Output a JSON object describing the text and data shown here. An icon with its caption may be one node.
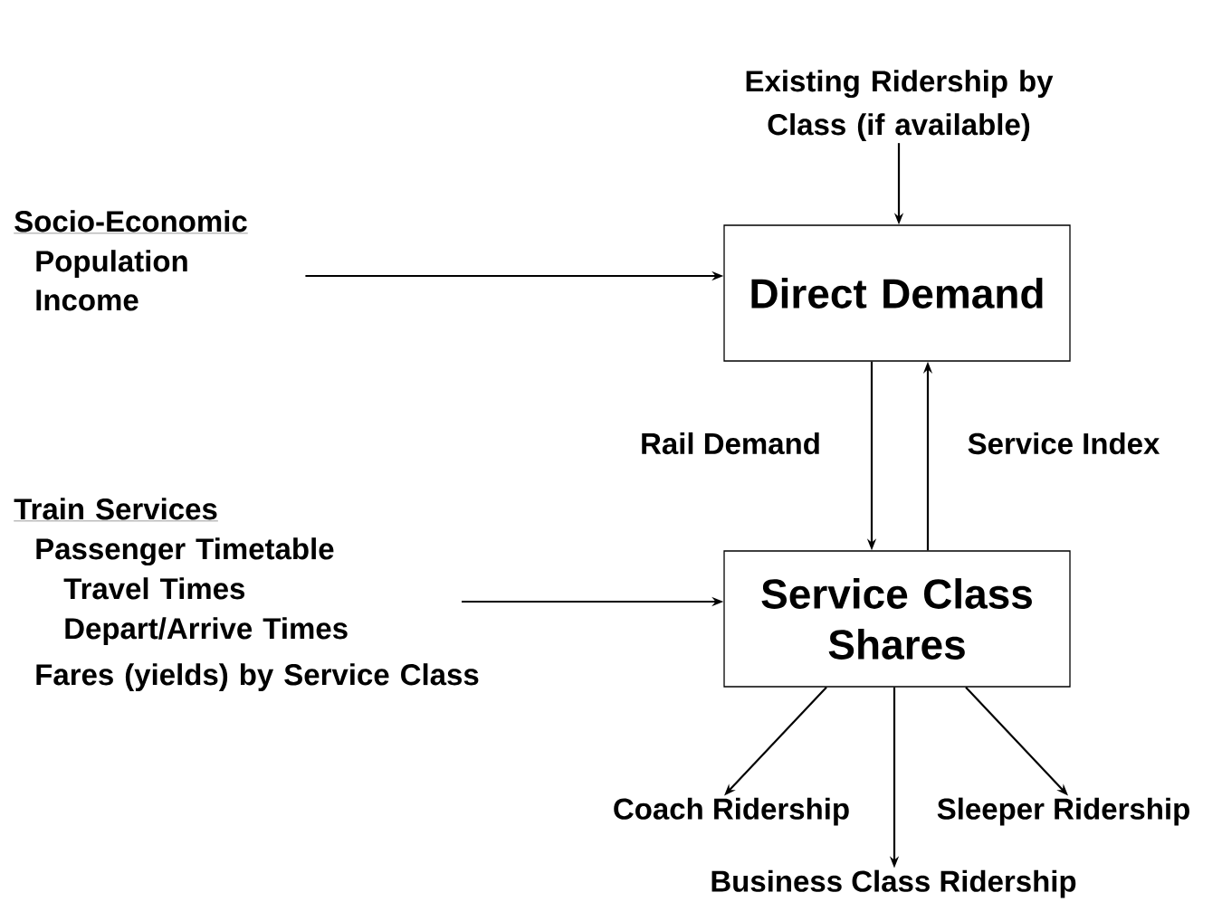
{
  "diagram": {
    "nodes": [
      {
        "text": [
          "Existing Ridership by Class (if available)"
        ]
      },
      {
        "text": [
          "Socio-Economic",
          "Population",
          "Income"
        ]
      },
      {
        "text": [
          "Direct Demand"
        ]
      },
      {
        "text": [
          "Train Services",
          "Passenger Timetable",
          "Travel Times",
          "Depart/Arrive Times",
          "Fares (yields) by Service Class"
        ]
      },
      {
        "text": [
          "Service Class Shares"
        ]
      },
      {
        "text": [
          "Coach Ridership"
        ]
      },
      {
        "text": [
          "Business Class Ridership"
        ]
      },
      {
        "text": [
          "Sleeper Ridership"
        ]
      }
    ],
    "edges": [
      {
        "from": 0,
        "to": 2,
        "arrow": "to"
      },
      {
        "from": 1,
        "to": 2,
        "arrow": "to"
      },
      {
        "from": 2,
        "to": 4,
        "arrow": "to",
        "label": "Rail Demand"
      },
      {
        "from": 4,
        "to": 2,
        "arrow": "to",
        "label": "Service Index"
      },
      {
        "from": 3,
        "to": 4,
        "arrow": "to"
      },
      {
        "from": 4,
        "to": 5,
        "arrow": "to"
      },
      {
        "from": 4,
        "to": 6,
        "arrow": "to"
      },
      {
        "from": 4,
        "to": 7,
        "arrow": "to"
      }
    ]
  }
}
